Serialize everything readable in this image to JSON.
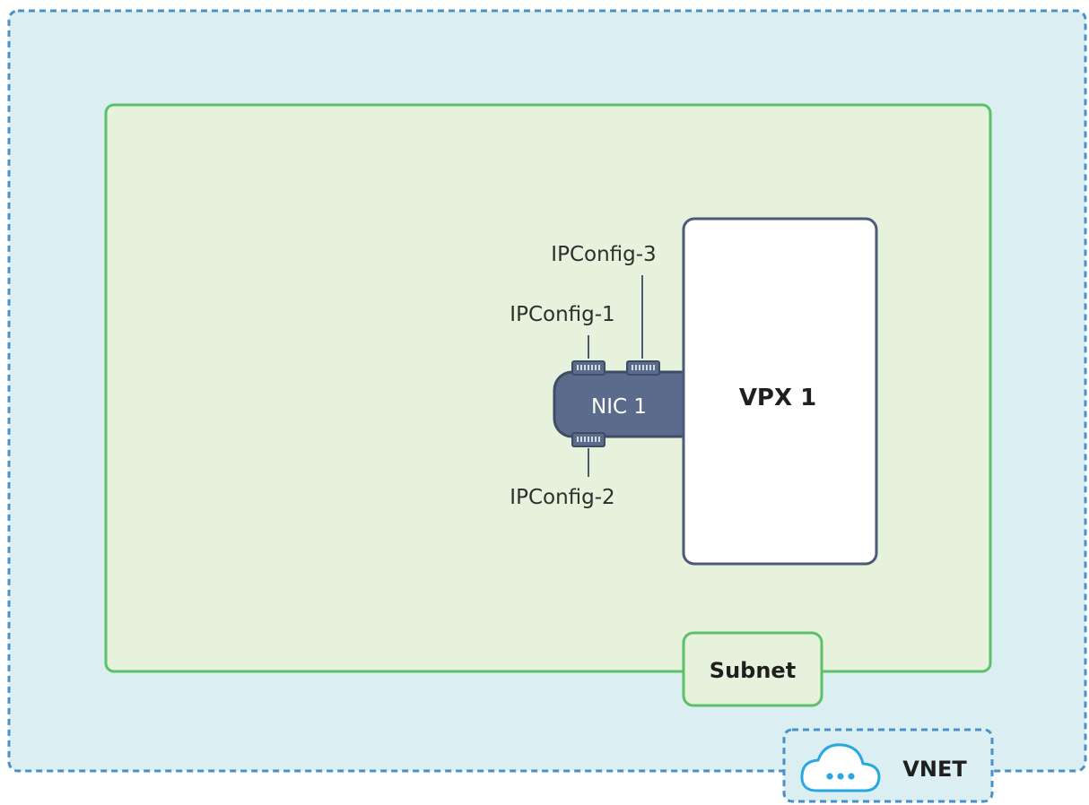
{
  "diagram": {
    "vnet": {
      "label": "VNET",
      "icon": "cloud-icon",
      "fill": "#dbeff3",
      "border": "#4a90c8"
    },
    "subnet": {
      "label": "Subnet",
      "fill": "#e6f2dc",
      "border": "#5cbf6a"
    },
    "vpx": {
      "label": "VPX 1",
      "fill": "#ffffff",
      "border": "#4b5a78"
    },
    "nic": {
      "label": "NIC 1",
      "fill": "#5b6b8c",
      "border": "#3f4c68"
    },
    "ipconfigs": [
      {
        "label": "IPConfig-1"
      },
      {
        "label": "IPConfig-2"
      },
      {
        "label": "IPConfig-3"
      }
    ]
  }
}
